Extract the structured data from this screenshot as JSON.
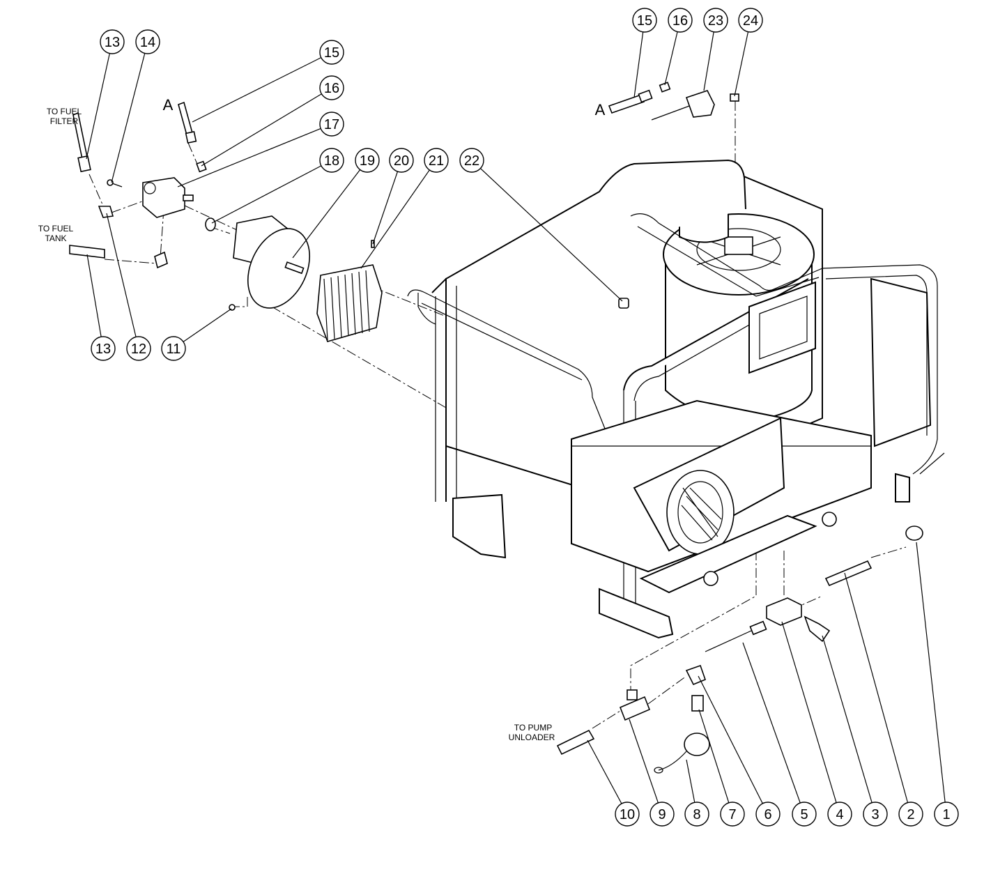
{
  "labels": {
    "to_fuel_filter_1": "TO FUEL",
    "to_fuel_filter_2": "FILTER",
    "to_fuel_tank_1": "TO FUEL",
    "to_fuel_tank_2": "TANK",
    "to_pump_unloader_1": "TO PUMP",
    "to_pump_unloader_2": "UNLOADER",
    "ref_a_left": "A",
    "ref_a_right": "A"
  },
  "balloons": [
    "13",
    "14",
    "15",
    "16",
    "17",
    "18",
    "19",
    "20",
    "21",
    "22",
    "15",
    "16",
    "23",
    "24",
    "13",
    "12",
    "11",
    "10",
    "9",
    "8",
    "7",
    "6",
    "5",
    "4",
    "3",
    "2",
    "1"
  ]
}
